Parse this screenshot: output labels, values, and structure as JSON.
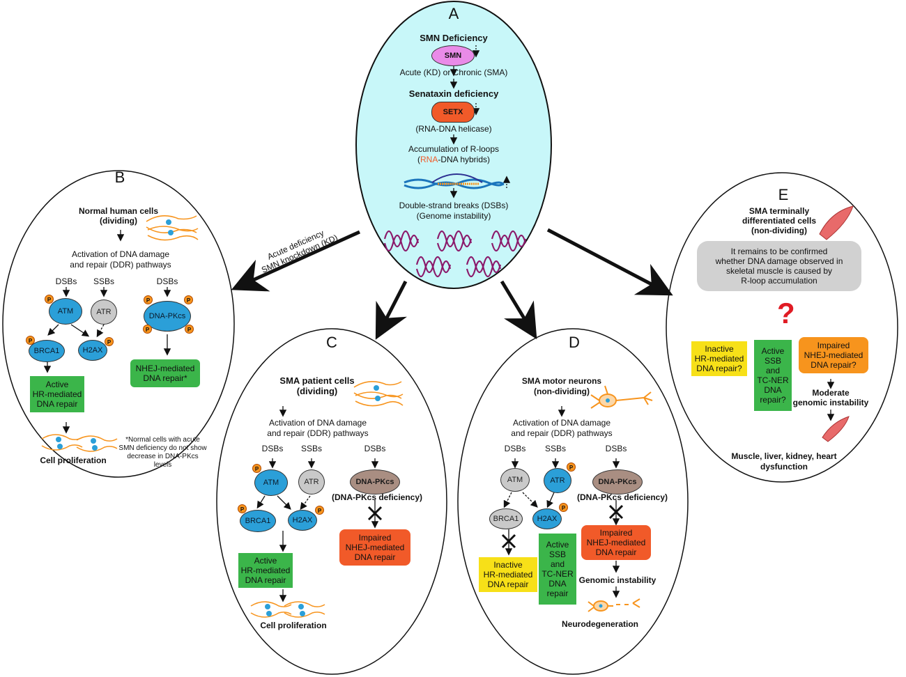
{
  "panels": {
    "A": {
      "letter": "A",
      "title": "SMN Deficiency",
      "smn": "SMN",
      "acute_chronic": "Acute (KD) or Chronic (SMA)",
      "senataxin": "Senataxin deficiency",
      "setx": "SETX",
      "helicase": "(RNA-DNA helicase)",
      "rloops": "Accumulation of R-loops",
      "hybrid_rna": "RNA",
      "hybrid_rest": "-DNA hybrids)",
      "hybrid_open": "(",
      "dsb": "Double-strand breaks (DSBs)",
      "genome": "(Genome instability)"
    },
    "B": {
      "letter": "B",
      "title1": "Normal human cells",
      "title2": "(dividing)",
      "ddr1": "Activation of DNA damage",
      "ddr2": "and repair (DDR) pathways",
      "dsbs": "DSBs",
      "ssbs": "SSBs",
      "dsbs2": "DSBs",
      "atm": "ATM",
      "atr": "ATR",
      "dnapkcs": "DNA-PKcs",
      "brca1": "BRCA1",
      "h2ax": "H2AX",
      "nhej": "NHEJ-mediated\nDNA repair*",
      "hr": "Active\nHR-mediated\nDNA repair",
      "prolif": "Cell proliferation",
      "footnote": "*Normal cells with acute\nSMN deficiency do not show\ndecrease in DNA-PKcs\nlevels"
    },
    "C": {
      "letter": "C",
      "title1": "SMA patient cells",
      "title2": "(dividing)",
      "ddr1": "Activation of DNA damage",
      "ddr2": "and repair (DDR) pathways",
      "dsbs": "DSBs",
      "ssbs": "SSBs",
      "dsbs2": "DSBs",
      "atm": "ATM",
      "atr": "ATR",
      "dnapkcs": "DNA-PKcs",
      "deficiency": "(DNA-PKcs deficiency)",
      "brca1": "BRCA1",
      "h2ax": "H2AX",
      "impaired": "Impaired\nNHEJ-mediated\nDNA repair",
      "hr": "Active\nHR-mediated\nDNA repair",
      "prolif": "Cell proliferation"
    },
    "D": {
      "letter": "D",
      "title1": "SMA motor neurons",
      "title2": "(non-dividing)",
      "ddr1": "Activation of DNA damage",
      "ddr2": "and repair (DDR) pathways",
      "dsbs": "DSBs",
      "ssbs": "SSBs",
      "dsbs2": "DSBs",
      "atm": "ATM",
      "atr": "ATR",
      "dnapkcs": "DNA-PKcs",
      "deficiency": "(DNA-PKcs deficiency)",
      "brca1": "BRCA1",
      "h2ax": "H2AX",
      "impaired": "Impaired\nNHEJ-mediated\nDNA repair",
      "inactive": "Inactive\nHR-mediated\nDNA repair",
      "active_ssb": "Active\nSSB\nand\nTC-NER\nDNA\nrepair",
      "instability": "Genomic instability",
      "neurodeg": "Neurodegeneration"
    },
    "E": {
      "letter": "E",
      "title1": "SMA terminally",
      "title2": "differentiated cells",
      "title3": "(non-dividing)",
      "note": "It remains to be confirmed\nwhether DNA damage observed in\nskeletal muscle is caused by\nR-loop accumulation",
      "qmark": "?",
      "inactive": "Inactive\nHR-mediated\nDNA repair?",
      "active": "Active\nSSB\nand\nTC-NER\nDNA\nrepair?",
      "impaired": "Impaired\nNHEJ-mediated\nDNA repair?",
      "moderate1": "Moderate",
      "moderate2": "genomic instability",
      "dysfunction1": "Muscle, liver, kidney, heart",
      "dysfunction2": "dysfunction"
    }
  },
  "arrow_label": {
    "line1": "Acute deficiency",
    "line2": "SMN knockdown (KD)"
  },
  "phospho": "P",
  "colors": {
    "panel_a_fill": "#c8f7f9",
    "blue_node": "#2b9fd8",
    "green_box": "#3bb54a",
    "orange_box": "#f15a29",
    "yellow_box": "#f7e018",
    "amber_box": "#f7941d",
    "setx": "#f15a29",
    "smn": "#e98be8",
    "question_mark": "#e01b24"
  }
}
